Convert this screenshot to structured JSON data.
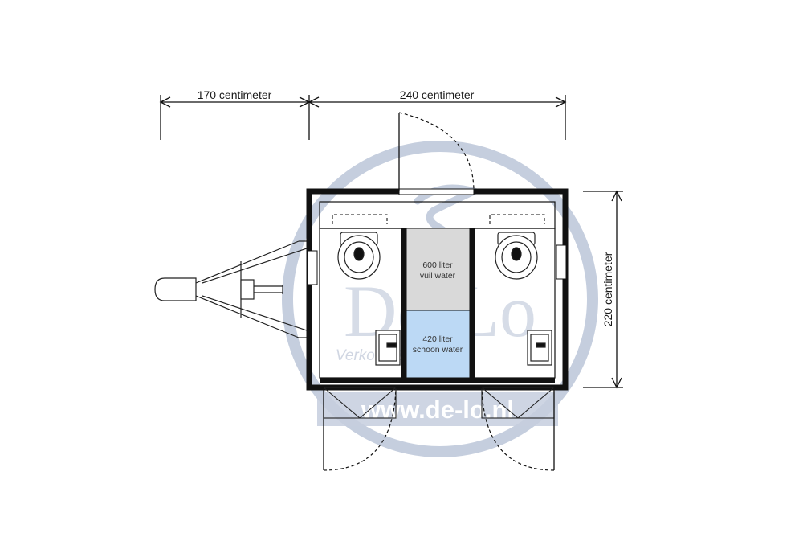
{
  "dimensions": {
    "drawbar_length": "170 centimeter",
    "body_length": "240 centimeter",
    "body_width": "220 centimeter"
  },
  "tanks": {
    "waste": {
      "line1": "600 liter",
      "line2": "vuil water",
      "fill_color": "#d9d9d9"
    },
    "fresh": {
      "line1": "420 liter",
      "line2": "schoon water",
      "fill_color": "#bcd9f5"
    }
  },
  "watermark": {
    "logo_text": "De-Lo",
    "tagline": "Verkoop & Verhuur",
    "url": "www.de-lo.nl",
    "color": "#c5cede"
  }
}
